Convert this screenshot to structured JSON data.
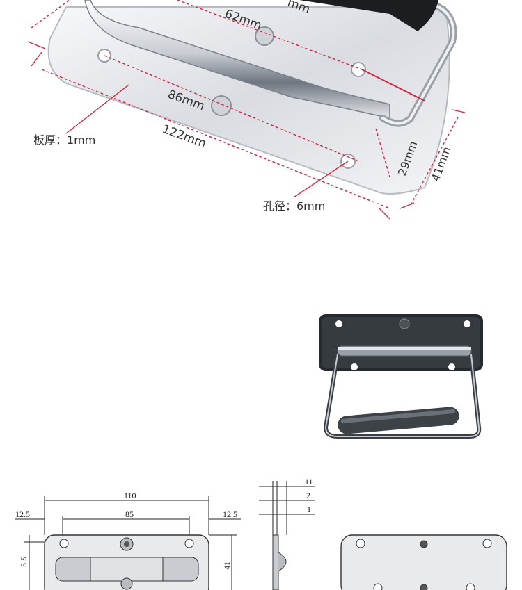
{
  "photo_annotations": {
    "partial_top": "mm",
    "d62": "62mm",
    "d86": "86mm",
    "d122": "122mm",
    "d29": "29mm",
    "d41": "41mm",
    "thickness": "板厚：1mm",
    "hole": "孔径：6mm"
  },
  "drawing_labels": {
    "overall_width": "110",
    "hole_spacing": "85",
    "left_margin": "12.5",
    "right_margin": "12.5",
    "side_offset": "5.5",
    "height": "41",
    "side_11": "11",
    "side_2": "2",
    "side_1": "1"
  },
  "colors": {
    "dim_line": "#d7263d",
    "steel_light": "#f2f3f5",
    "steel_dark": "#8b9099",
    "black_plate": "#262a2e"
  }
}
